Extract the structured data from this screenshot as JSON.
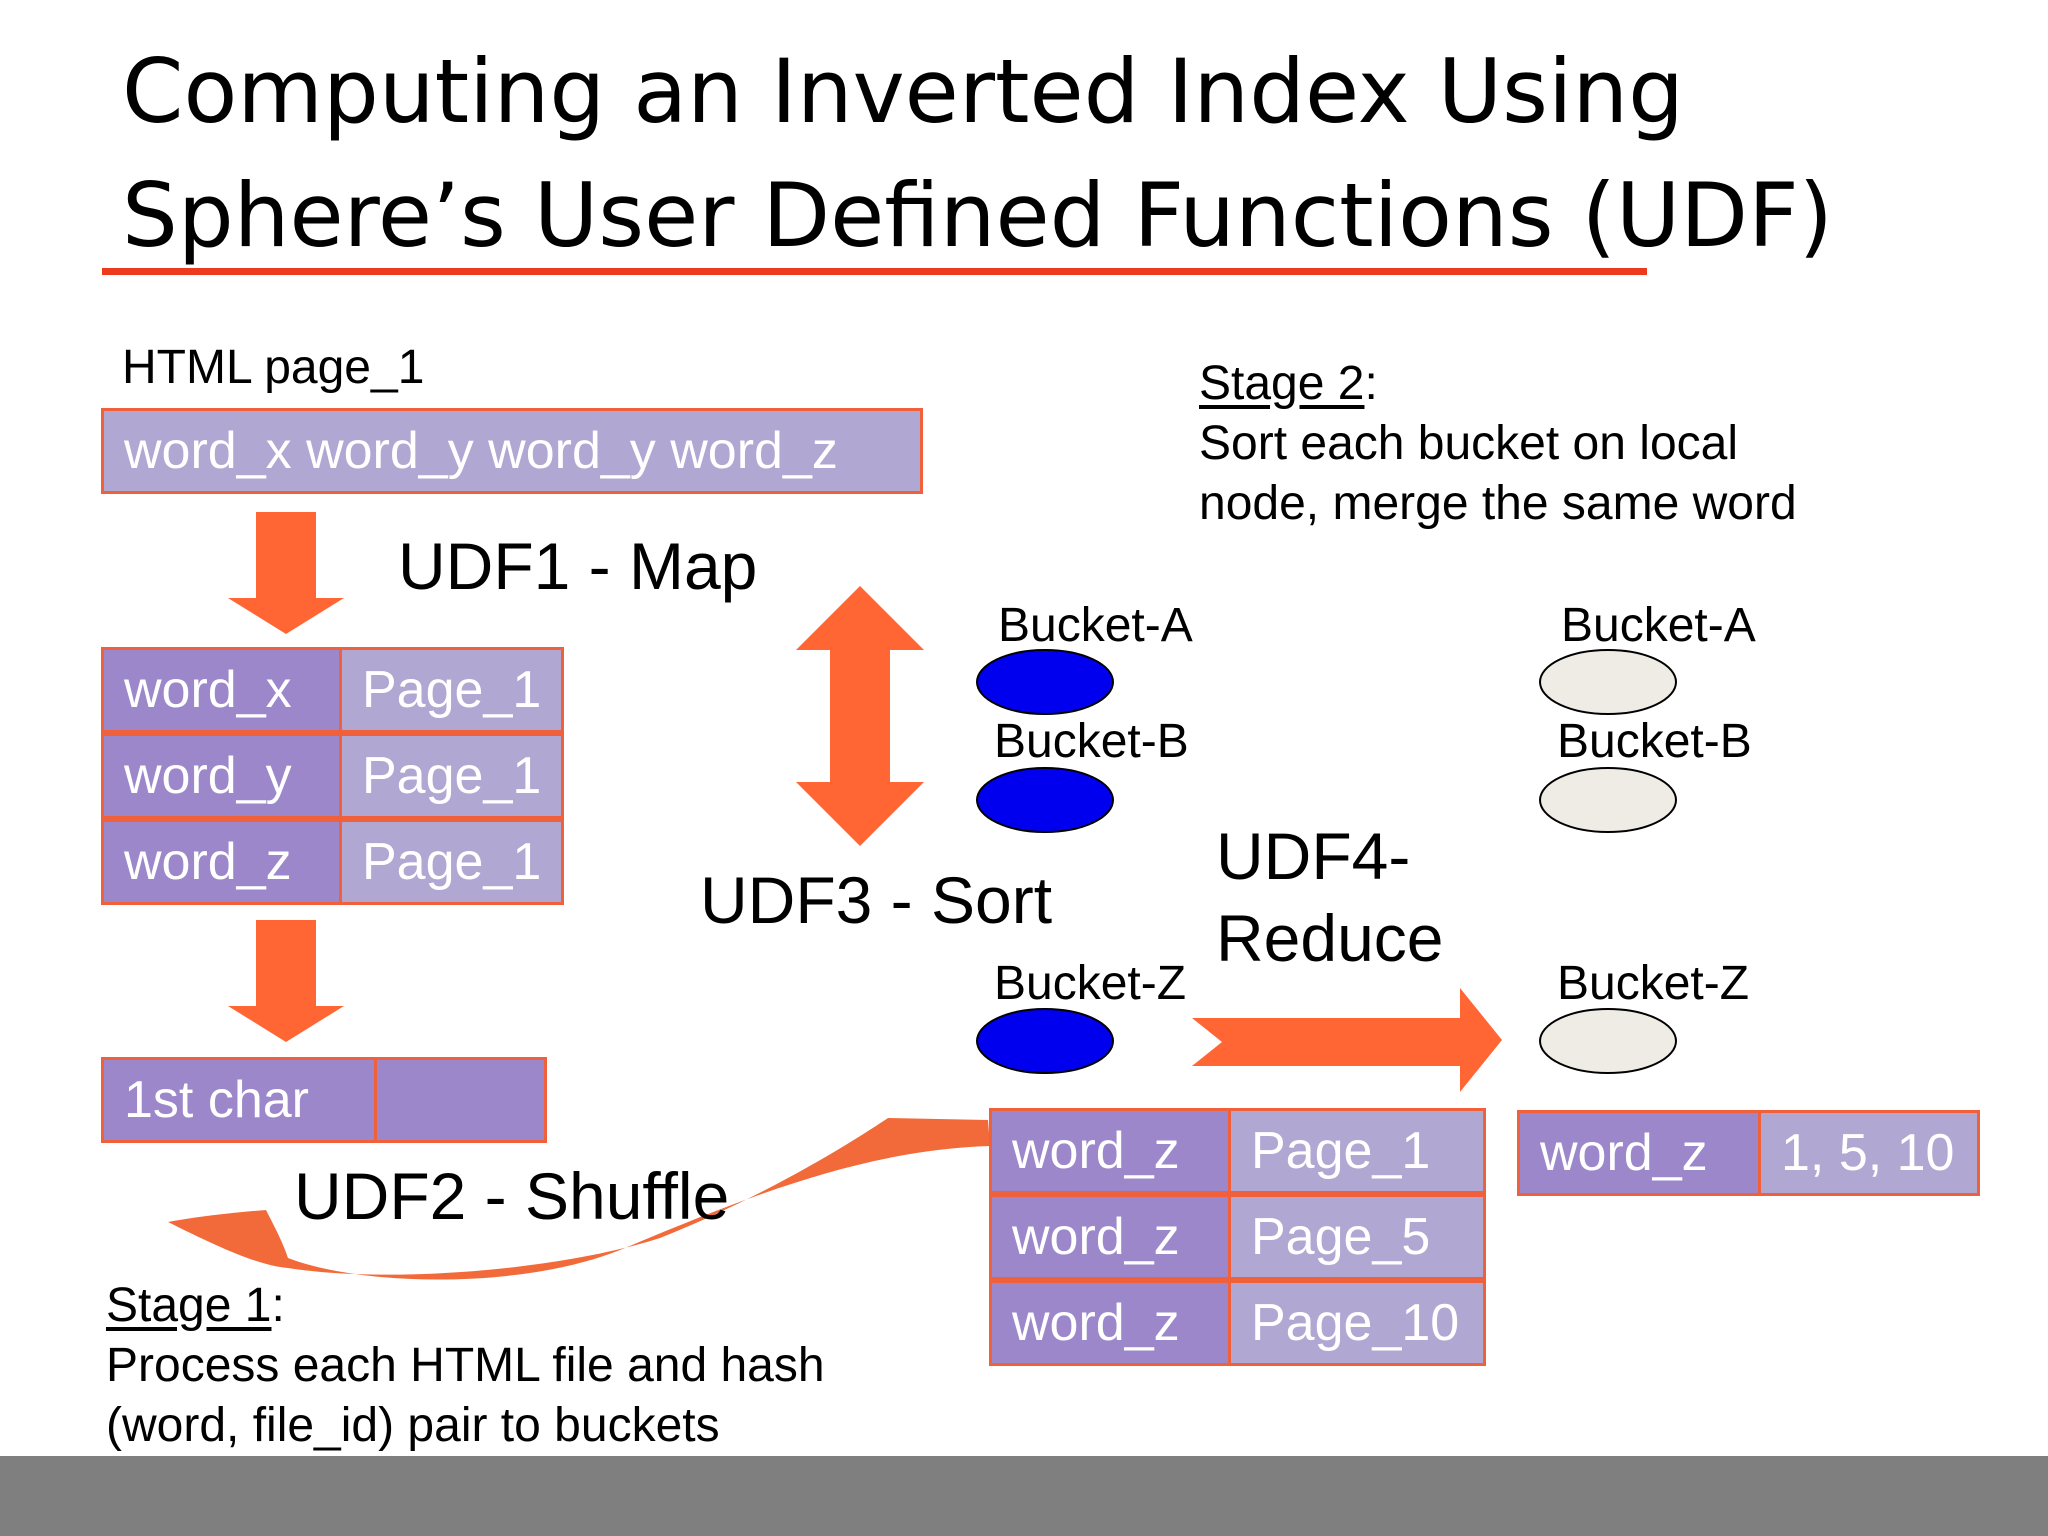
{
  "title": {
    "line1": "Computing an Inverted Index Using",
    "line2": "Sphere’s User Defined Functions (UDF)"
  },
  "html_page": {
    "label": "HTML page_1",
    "content": "word_x word_y word_y word_z"
  },
  "map_table": [
    {
      "word": "word_x",
      "page": "Page_1"
    },
    {
      "word": "word_y",
      "page": "Page_1"
    },
    {
      "word": "word_z",
      "page": "Page_1"
    }
  ],
  "first_char": {
    "label": "1st char",
    "value": ""
  },
  "udf": {
    "map": "UDF1 - Map",
    "shuffle": "UDF2 - Shuffle",
    "sort": "UDF3 - Sort",
    "reduce_line1": "UDF4-",
    "reduce_line2": "Reduce"
  },
  "stage1": {
    "heading": "Stage 1",
    "colon": ":",
    "line1": "Process each HTML file and hash",
    "line2": "(word, file_id) pair to buckets"
  },
  "stage2": {
    "heading": "Stage 2",
    "colon": ":",
    "line1": "Sort each bucket on local",
    "line2": "node, merge the same word"
  },
  "buckets_left": [
    "Bucket-A",
    "Bucket-B",
    "Bucket-Z"
  ],
  "buckets_right": [
    "Bucket-A",
    "Bucket-B",
    "Bucket-Z"
  ],
  "bucket_z_table": [
    {
      "word": "word_z",
      "page": "Page_1"
    },
    {
      "word": "word_z",
      "page": "Page_5"
    },
    {
      "word": "word_z",
      "page": "Page_10"
    }
  ],
  "result": {
    "word": "word_z",
    "pages": "1, 5, 10"
  },
  "colors": {
    "accent": "#ee3a1c",
    "arrow": "#ff6633",
    "bucket_filled": "#0000ee",
    "bucket_empty": "#eeece4",
    "cell_dark": "#9b87ca",
    "cell_light": "#b0a7d2"
  }
}
